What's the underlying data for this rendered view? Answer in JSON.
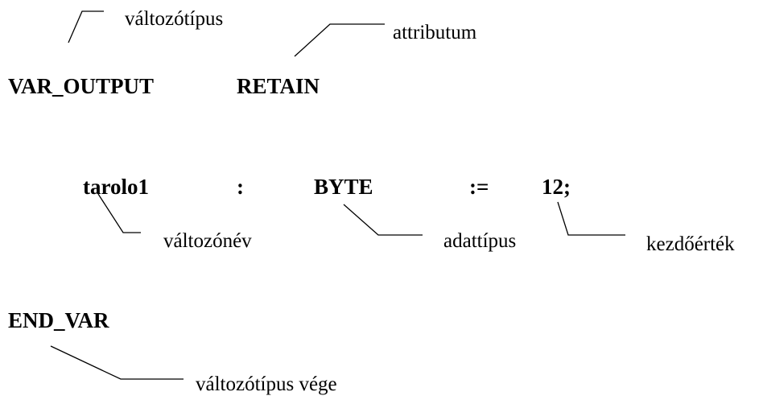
{
  "code": {
    "var_output": "VAR_OUTPUT",
    "retain": "RETAIN",
    "name": "tarolo1",
    "colon": ":",
    "type": "BYTE",
    "assign": ":=",
    "value": "12;",
    "end_var": "END_VAR"
  },
  "annotations": {
    "var_type": "változótípus",
    "attribute": "attributum",
    "var_name": "változónév",
    "data_type": "adattípus",
    "initial_value": "kezdőérték",
    "var_type_end": "változótípus vége"
  },
  "colors": {
    "text": "#000000",
    "background": "#ffffff"
  }
}
